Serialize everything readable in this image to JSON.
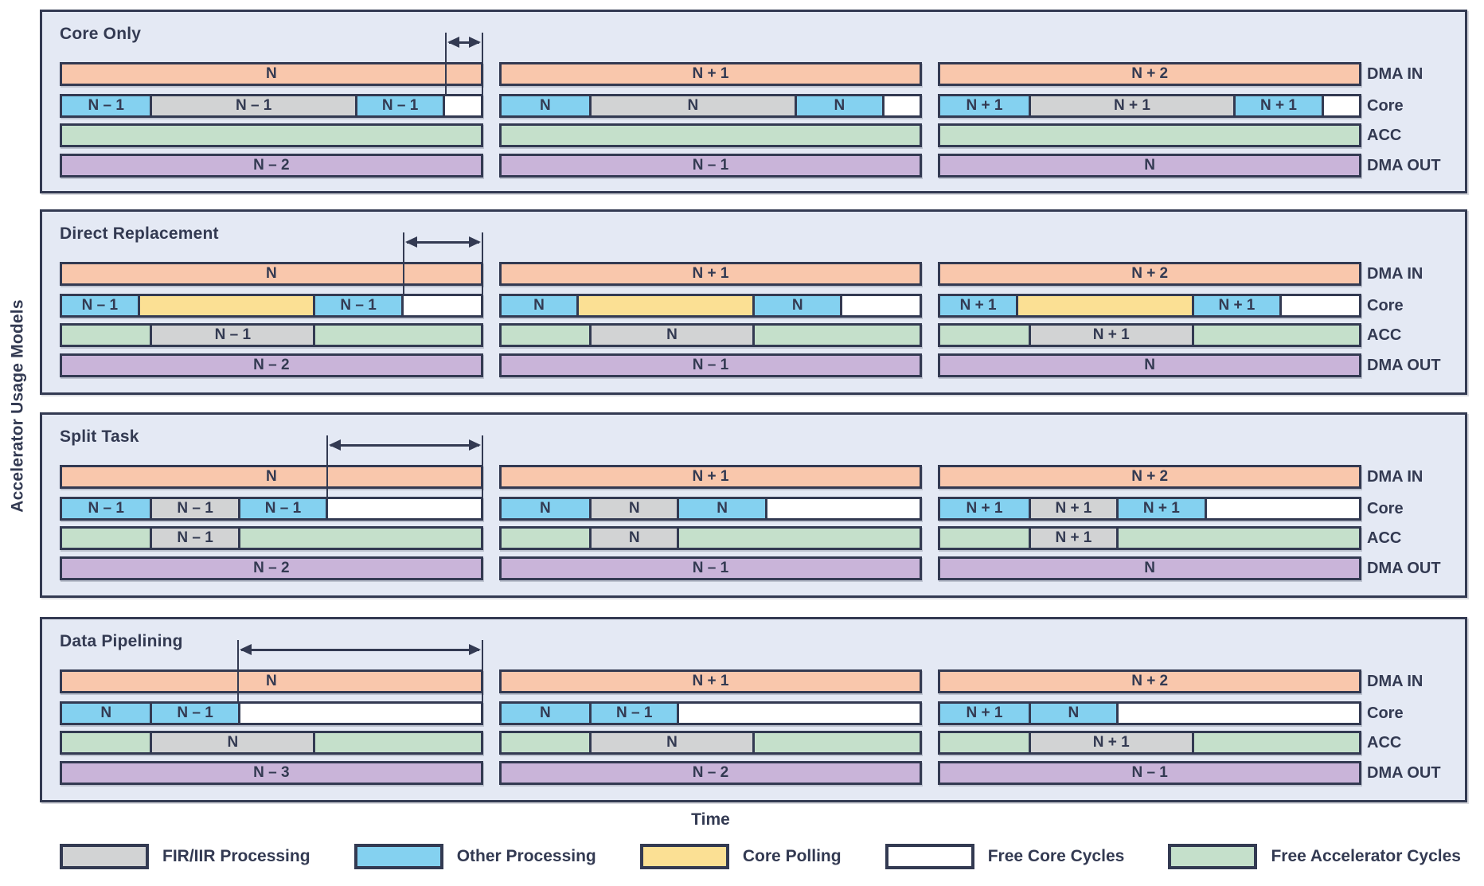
{
  "figure": {
    "y_axis_label": "Accelerator Usage Models",
    "x_axis_label": "Time"
  },
  "colors": {
    "salmon": "#f9c7ac",
    "blue": "#84d1f0",
    "gray": "#d2d3d4",
    "yellow": "#fbe094",
    "green": "#c5e0cb",
    "purple": "#c9b4d9",
    "white": "#ffffff",
    "navy": "#333a52",
    "panel_bg": "#e4e9f4"
  },
  "row_labels": [
    "DMA IN",
    "Core",
    "ACC",
    "DMA OUT"
  ],
  "panels": [
    {
      "title": "Core Only",
      "arrow_start_pct": 91,
      "columns": [
        {
          "dma_in": "N",
          "core": [
            {
              "c": "blue",
              "t": "N – 1",
              "w": 21
            },
            {
              "c": "gray",
              "t": "N – 1",
              "w": 49
            },
            {
              "c": "blue",
              "t": "N – 1",
              "w": 21
            },
            {
              "c": "white",
              "t": "",
              "w": 9
            }
          ],
          "acc": [
            {
              "c": "green",
              "t": "",
              "w": 100
            }
          ],
          "dma_out": "N – 2"
        },
        {
          "dma_in": "N + 1",
          "core": [
            {
              "c": "blue",
              "t": "N",
              "w": 21
            },
            {
              "c": "gray",
              "t": "N",
              "w": 49
            },
            {
              "c": "blue",
              "t": "N",
              "w": 21
            },
            {
              "c": "white",
              "t": "",
              "w": 9
            }
          ],
          "acc": [
            {
              "c": "green",
              "t": "",
              "w": 100
            }
          ],
          "dma_out": "N – 1"
        },
        {
          "dma_in": "N + 2",
          "core": [
            {
              "c": "blue",
              "t": "N + 1",
              "w": 21
            },
            {
              "c": "gray",
              "t": "N + 1",
              "w": 49
            },
            {
              "c": "blue",
              "t": "N + 1",
              "w": 21
            },
            {
              "c": "white",
              "t": "",
              "w": 9
            }
          ],
          "acc": [
            {
              "c": "green",
              "t": "",
              "w": 100
            }
          ],
          "dma_out": "N"
        }
      ]
    },
    {
      "title": "Direct Replacement",
      "arrow_start_pct": 81,
      "columns": [
        {
          "dma_in": "N",
          "core": [
            {
              "c": "blue",
              "t": "N – 1",
              "w": 18
            },
            {
              "c": "yellow",
              "t": "",
              "w": 42
            },
            {
              "c": "blue",
              "t": "N – 1",
              "w": 21
            },
            {
              "c": "white",
              "t": "",
              "w": 19
            }
          ],
          "acc": [
            {
              "c": "green",
              "t": "",
              "w": 21
            },
            {
              "c": "gray",
              "t": "N – 1",
              "w": 39
            },
            {
              "c": "green",
              "t": "",
              "w": 40
            }
          ],
          "dma_out": "N – 2"
        },
        {
          "dma_in": "N + 1",
          "core": [
            {
              "c": "blue",
              "t": "N",
              "w": 18
            },
            {
              "c": "yellow",
              "t": "",
              "w": 42
            },
            {
              "c": "blue",
              "t": "N",
              "w": 21
            },
            {
              "c": "white",
              "t": "",
              "w": 19
            }
          ],
          "acc": [
            {
              "c": "green",
              "t": "",
              "w": 21
            },
            {
              "c": "gray",
              "t": "N",
              "w": 39
            },
            {
              "c": "green",
              "t": "",
              "w": 40
            }
          ],
          "dma_out": "N – 1"
        },
        {
          "dma_in": "N + 2",
          "core": [
            {
              "c": "blue",
              "t": "N + 1",
              "w": 18
            },
            {
              "c": "yellow",
              "t": "",
              "w": 42
            },
            {
              "c": "blue",
              "t": "N + 1",
              "w": 21
            },
            {
              "c": "white",
              "t": "",
              "w": 19
            }
          ],
          "acc": [
            {
              "c": "green",
              "t": "",
              "w": 21
            },
            {
              "c": "gray",
              "t": "N + 1",
              "w": 39
            },
            {
              "c": "green",
              "t": "",
              "w": 40
            }
          ],
          "dma_out": "N"
        }
      ]
    },
    {
      "title": "Split Task",
      "arrow_start_pct": 63,
      "columns": [
        {
          "dma_in": "N",
          "core": [
            {
              "c": "blue",
              "t": "N – 1",
              "w": 21
            },
            {
              "c": "gray",
              "t": "N – 1",
              "w": 21
            },
            {
              "c": "blue",
              "t": "N – 1",
              "w": 21
            },
            {
              "c": "white",
              "t": "",
              "w": 37
            }
          ],
          "acc": [
            {
              "c": "green",
              "t": "",
              "w": 21
            },
            {
              "c": "gray",
              "t": "N – 1",
              "w": 21
            },
            {
              "c": "green",
              "t": "",
              "w": 58
            }
          ],
          "dma_out": "N – 2"
        },
        {
          "dma_in": "N + 1",
          "core": [
            {
              "c": "blue",
              "t": "N",
              "w": 21
            },
            {
              "c": "gray",
              "t": "N",
              "w": 21
            },
            {
              "c": "blue",
              "t": "N",
              "w": 21
            },
            {
              "c": "white",
              "t": "",
              "w": 37
            }
          ],
          "acc": [
            {
              "c": "green",
              "t": "",
              "w": 21
            },
            {
              "c": "gray",
              "t": "N",
              "w": 21
            },
            {
              "c": "green",
              "t": "",
              "w": 58
            }
          ],
          "dma_out": "N – 1"
        },
        {
          "dma_in": "N + 2",
          "core": [
            {
              "c": "blue",
              "t": "N + 1",
              "w": 21
            },
            {
              "c": "gray",
              "t": "N + 1",
              "w": 21
            },
            {
              "c": "blue",
              "t": "N + 1",
              "w": 21
            },
            {
              "c": "white",
              "t": "",
              "w": 37
            }
          ],
          "acc": [
            {
              "c": "green",
              "t": "",
              "w": 21
            },
            {
              "c": "gray",
              "t": "N + 1",
              "w": 21
            },
            {
              "c": "green",
              "t": "",
              "w": 58
            }
          ],
          "dma_out": "N"
        }
      ]
    },
    {
      "title": "Data Pipelining",
      "arrow_start_pct": 42,
      "columns": [
        {
          "dma_in": "N",
          "core": [
            {
              "c": "blue",
              "t": "N",
              "w": 21
            },
            {
              "c": "blue",
              "t": "N – 1",
              "w": 21
            },
            {
              "c": "white",
              "t": "",
              "w": 58
            }
          ],
          "acc": [
            {
              "c": "green",
              "t": "",
              "w": 21
            },
            {
              "c": "gray",
              "t": "N",
              "w": 39
            },
            {
              "c": "green",
              "t": "",
              "w": 40
            }
          ],
          "dma_out": "N – 3"
        },
        {
          "dma_in": "N + 1",
          "core": [
            {
              "c": "blue",
              "t": "N",
              "w": 21
            },
            {
              "c": "blue",
              "t": "N – 1",
              "w": 21
            },
            {
              "c": "white",
              "t": "",
              "w": 58
            }
          ],
          "acc": [
            {
              "c": "green",
              "t": "",
              "w": 21
            },
            {
              "c": "gray",
              "t": "N",
              "w": 39
            },
            {
              "c": "green",
              "t": "",
              "w": 40
            }
          ],
          "dma_out": "N – 2"
        },
        {
          "dma_in": "N + 2",
          "core": [
            {
              "c": "blue",
              "t": "N + 1",
              "w": 21
            },
            {
              "c": "blue",
              "t": "N",
              "w": 21
            },
            {
              "c": "white",
              "t": "",
              "w": 58
            }
          ],
          "acc": [
            {
              "c": "green",
              "t": "",
              "w": 21
            },
            {
              "c": "gray",
              "t": "N + 1",
              "w": 39
            },
            {
              "c": "green",
              "t": "",
              "w": 40
            }
          ],
          "dma_out": "N – 1"
        }
      ]
    }
  ],
  "legend": {
    "items": [
      {
        "label": "FIR/IIR Processing",
        "color_key": "gray"
      },
      {
        "label": "Other Processing",
        "color_key": "blue"
      },
      {
        "label": "Core Polling",
        "color_key": "yellow"
      },
      {
        "label": "Free Core Cycles",
        "color_key": "white"
      },
      {
        "label": "Free Accelerator Cycles",
        "color_key": "green"
      }
    ]
  }
}
